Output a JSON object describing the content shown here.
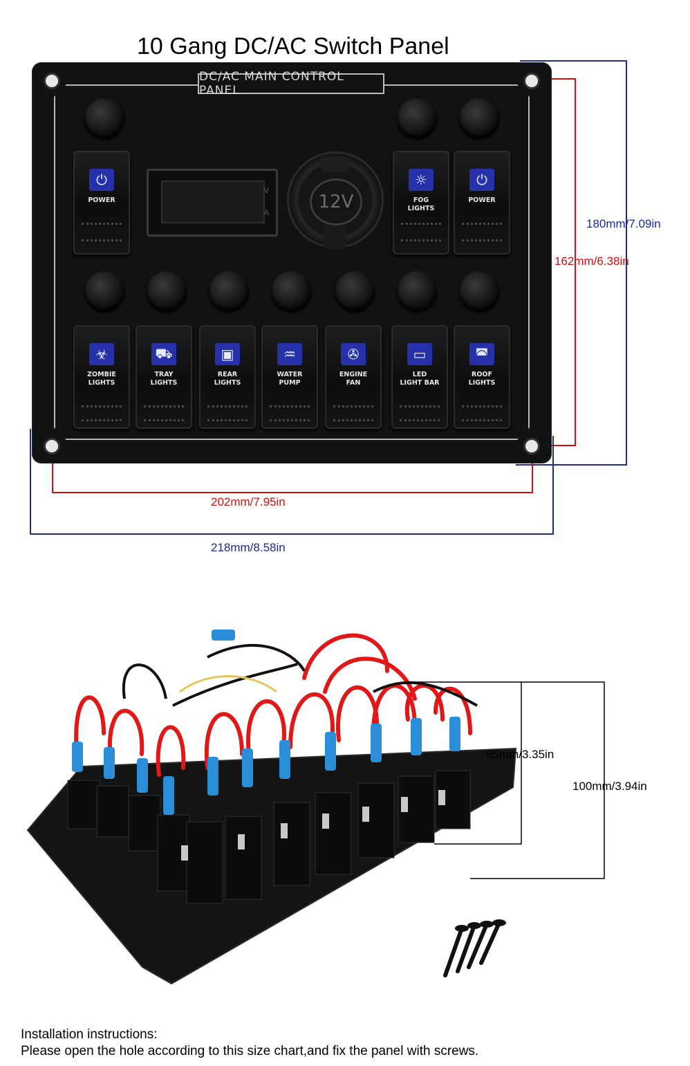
{
  "title": "10 Gang DC/AC Switch Panel",
  "panel_label": "DC/AC MAIN CONTROL PANEL",
  "voltmeter_units": {
    "v": "V",
    "a": "A"
  },
  "socket_label": "12V",
  "top_switches": [
    {
      "icon": "power-icon",
      "label": "POWER"
    },
    {
      "icon": "fog-lights-icon",
      "label": "FOG\nLIGHTS"
    },
    {
      "icon": "power-icon",
      "label": "POWER"
    }
  ],
  "bottom_switches": [
    {
      "icon": "biohazard-icon",
      "label": "ZOMBIE\nLIGHTS"
    },
    {
      "icon": "tray-truck-icon",
      "label": "TRAY\nLIGHTS"
    },
    {
      "icon": "rear-lights-icon",
      "label": "REAR\nLIGHTS"
    },
    {
      "icon": "water-pump-icon",
      "label": "WATER\nPUMP"
    },
    {
      "icon": "engine-fan-icon",
      "label": "ENGINE\nFAN"
    },
    {
      "icon": "led-light-bar-icon",
      "label": "LED\nLIGHT BAR"
    },
    {
      "icon": "roof-lights-icon",
      "label": "ROOF\nLIGHTS"
    }
  ],
  "dimensions": {
    "height_outer": "180mm/7.09in",
    "height_holes": "162mm/6.38in",
    "width_holes": "202mm/7.95in",
    "width_outer": "218mm/8.58in",
    "depth_inner": "85mm/3.35in",
    "depth_outer": "100mm/3.94in"
  },
  "colors": {
    "panel": "#111214",
    "switch_backlight": "#2630a8",
    "dim_blue": "#1d2a8a",
    "dim_red": "#d01010",
    "wire_red": "#e01818",
    "wire_blue": "#2a8fd8"
  },
  "instructions": {
    "heading": "Installation instructions:",
    "text": "Please open the hole according to this size chart,and fix the panel with screws."
  }
}
